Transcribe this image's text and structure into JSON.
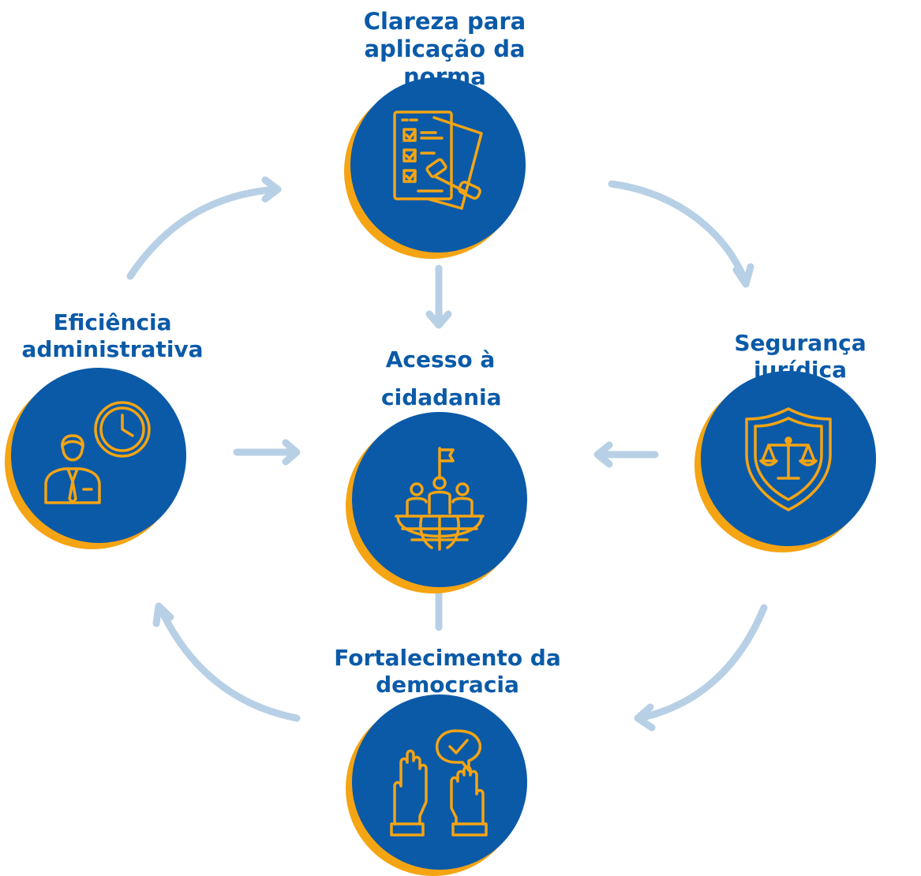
{
  "nodes": {
    "clareza": {
      "label": "Clareza para aplicação da norma"
    },
    "seguranca": {
      "label": "Segurança jurídica"
    },
    "eficiencia": {
      "label": "Eficiência administrativa"
    },
    "acesso": {
      "label": "Acesso à cidadania"
    },
    "fortalecimento": {
      "label": "Fortalecimento da democracia"
    }
  },
  "icons": {
    "clareza": "checklist-gavel-icon",
    "seguranca": "shield-scales-icon",
    "eficiencia": "employee-clock-icon",
    "acesso": "people-globe-flag-icon",
    "fortalecimento": "raised-hands-vote-icon"
  },
  "colors": {
    "primary_blue": "#0a5aa8",
    "accent_orange": "#f5a413",
    "arrow_light_blue": "#b8d0e6"
  }
}
